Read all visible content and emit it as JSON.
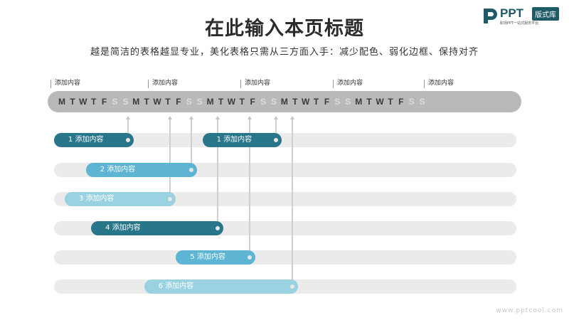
{
  "header": {
    "title": "在此输入本页标题",
    "subtitle": "越是简洁的表格越显专业，美化表格只需从三方面入手：减少配色、弱化边框、保持对齐"
  },
  "logo": {
    "brand": "PPT",
    "badge": "版式库",
    "tagline": "职场PPT一站式服务平台"
  },
  "calendar": {
    "week_labels": [
      "添加内容",
      "添加内容",
      "添加内容",
      "添加内容",
      "添加内容"
    ],
    "days": [
      "M",
      "T",
      "W",
      "T",
      "F",
      "S",
      "S",
      "M",
      "T",
      "W",
      "T",
      "F",
      "S",
      "S",
      "M",
      "T",
      "W",
      "T",
      "F",
      "S",
      "S",
      "M",
      "T",
      "W",
      "T",
      "F",
      "S",
      "S",
      "M",
      "T",
      "W",
      "T",
      "F",
      "S",
      "S"
    ]
  },
  "tasks": [
    {
      "label": "1 添加内容",
      "start": 0,
      "end": 15,
      "color": "#27768a"
    },
    {
      "label": "1 添加内容",
      "start": 28,
      "end": 43,
      "color": "#27768a"
    },
    {
      "label": "2 添加内容",
      "start": 6,
      "end": 27,
      "color": "#5db5d3"
    },
    {
      "label": "3 添加内容",
      "start": 2,
      "end": 23,
      "color": "#9ad2e2"
    },
    {
      "label": "4 添加内容",
      "start": 7,
      "end": 32,
      "color": "#27768a"
    },
    {
      "label": "5 添加内容",
      "start": 23,
      "end": 38,
      "color": "#5db5d3"
    },
    {
      "label": "6 添加内容",
      "start": 17,
      "end": 46,
      "color": "#9ad2e2"
    }
  ],
  "footer": {
    "url": "www.pptcool.com"
  }
}
